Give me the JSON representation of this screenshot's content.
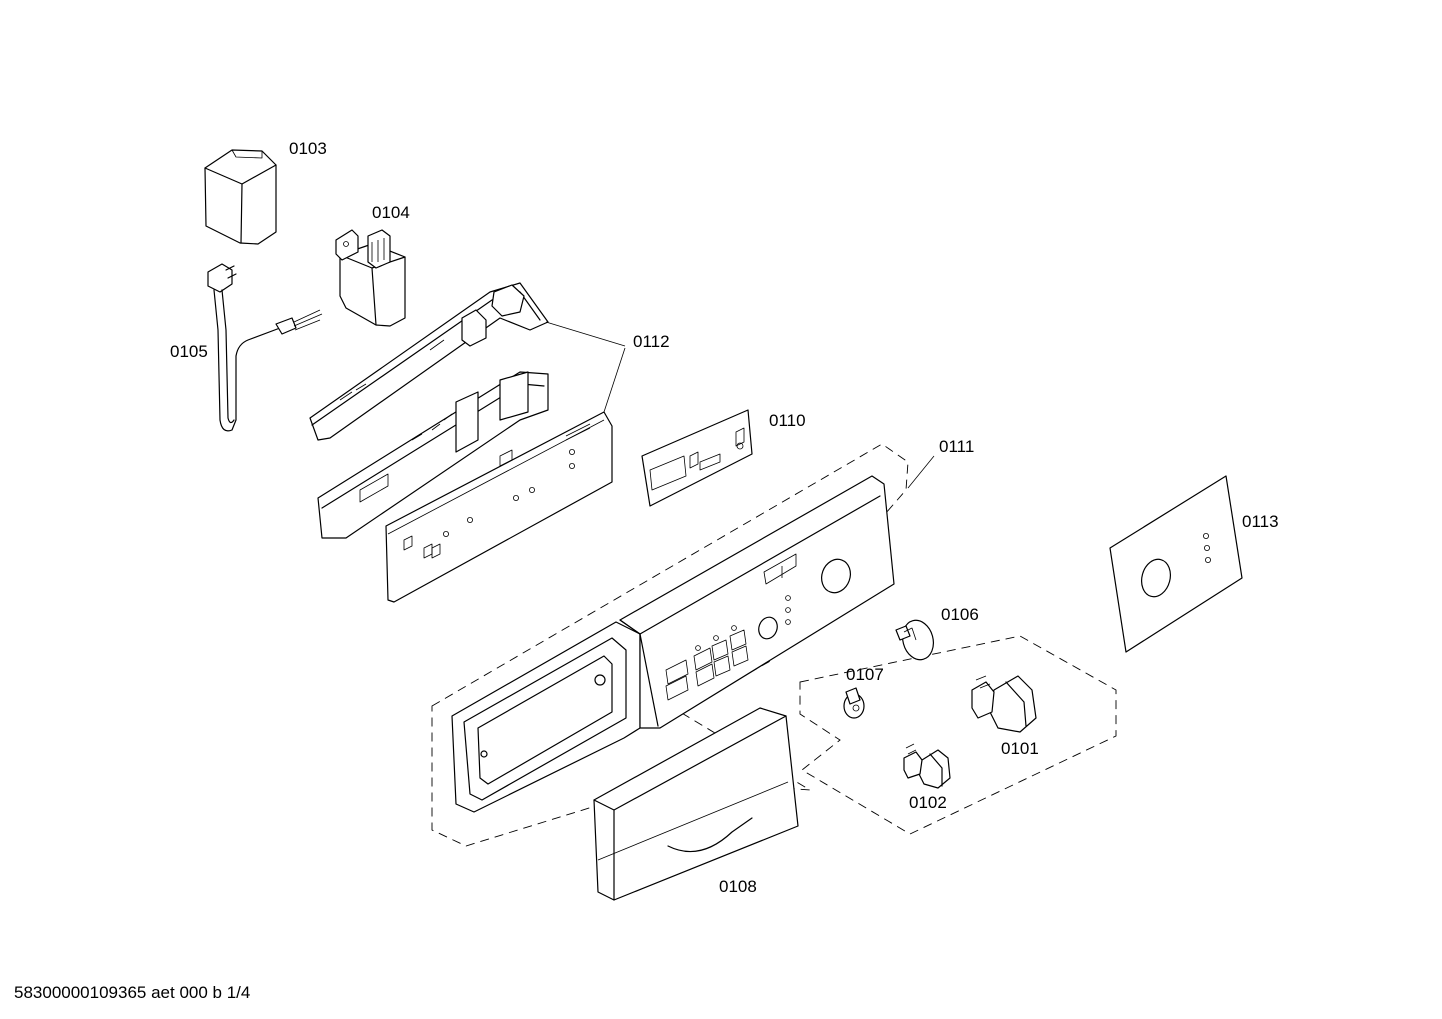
{
  "parts": {
    "p0101": "0101",
    "p0102": "0102",
    "p0103": "0103",
    "p0104": "0104",
    "p0105": "0105",
    "p0106": "0106",
    "p0107": "0107",
    "p0108": "0108",
    "p0110": "0110",
    "p0111": "0111",
    "p0112": "0112",
    "p0113": "0113"
  },
  "footer": {
    "document_code": "58300000109365 aet 000 b 1/4"
  }
}
